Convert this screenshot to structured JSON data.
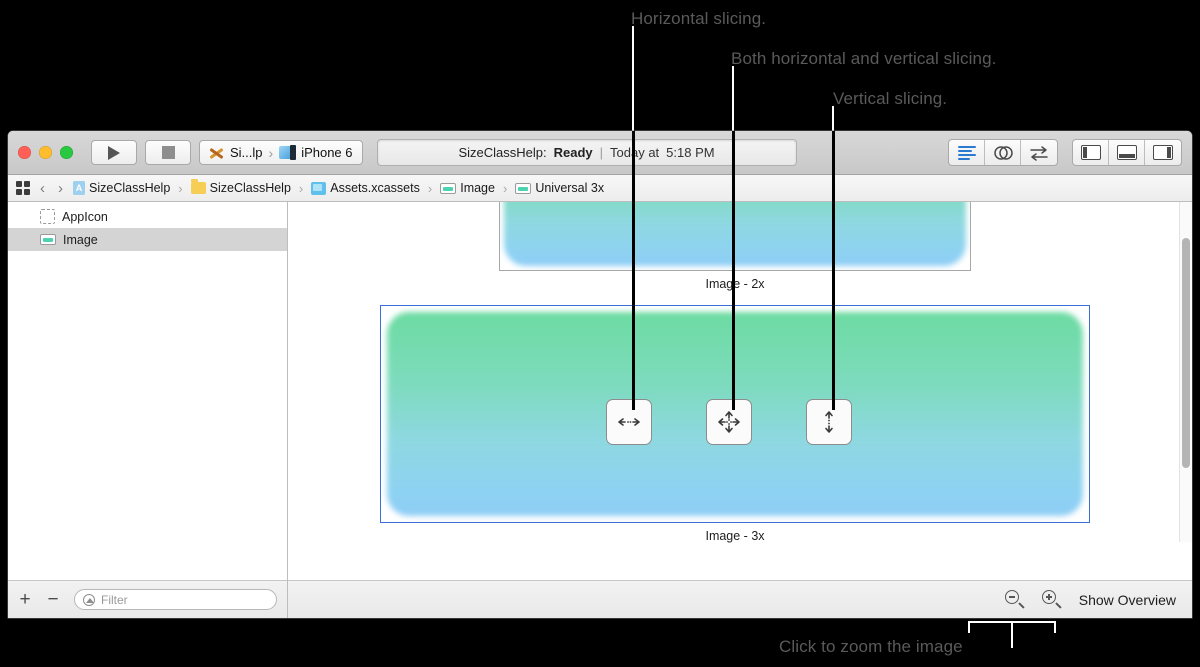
{
  "annotations": {
    "top": [
      {
        "id": "horizontal-slicing",
        "text": "Horizontal slicing."
      },
      {
        "id": "both-slicing",
        "text": "Both horizontal and vertical slicing."
      },
      {
        "id": "vertical-slicing",
        "text": "Vertical slicing."
      }
    ],
    "bottom": {
      "id": "zoom-callout",
      "text": "Click to zoom the image"
    }
  },
  "window": {
    "traffic_lights": {
      "close": "close-button",
      "minimize": "minimize-button",
      "zoom": "zoom-button"
    },
    "toolbar": {
      "run_label": "Run",
      "stop_label": "Stop",
      "scheme": {
        "project": "Si...lp",
        "destination": "iPhone 6",
        "separator": "›"
      },
      "status": {
        "prefix": "SizeClassHelp:",
        "state": "Ready",
        "divider": "|",
        "date": "Today at",
        "time": "5:18 PM"
      },
      "editor_modes": [
        "standard-editor",
        "assistant-editor",
        "version-editor"
      ],
      "view_toggles": [
        "navigator-toggle",
        "debug-area-toggle",
        "utilities-toggle"
      ]
    },
    "breadcrumb": {
      "back_label": "‹",
      "forward_label": "›",
      "separator": "›",
      "items": [
        {
          "label": "SizeClassHelp",
          "icon": "xcode-project-icon"
        },
        {
          "label": "SizeClassHelp",
          "icon": "folder-icon"
        },
        {
          "label": "Assets.xcassets",
          "icon": "asset-catalog-icon"
        },
        {
          "label": "Image",
          "icon": "imageset-icon"
        },
        {
          "label": "Universal 3x",
          "icon": "imageset-icon"
        }
      ]
    },
    "sidebar": {
      "items": [
        {
          "label": "AppIcon",
          "icon": "appicon-placeholder-icon",
          "selected": false
        },
        {
          "label": "Image",
          "icon": "imageset-icon",
          "selected": true
        }
      ],
      "footer": {
        "add_label": "+",
        "remove_label": "−",
        "filter_placeholder": "Filter",
        "filter_value": ""
      }
    },
    "canvas": {
      "slots": [
        {
          "caption": "Image - 2x",
          "selected": false
        },
        {
          "caption": "Image - 3x",
          "selected": true
        }
      ],
      "slice_buttons": [
        {
          "name": "slice-horizontal-button",
          "title": "Horizontal slicing."
        },
        {
          "name": "slice-both-button",
          "title": "Both horizontal and vertical slicing."
        },
        {
          "name": "slice-vertical-button",
          "title": "Vertical slicing."
        }
      ],
      "footer": {
        "zoom_out_label": "zoom-out",
        "zoom_in_label": "zoom-in",
        "show_overview_label": "Show Overview"
      }
    }
  },
  "colors": {
    "selection_blue": "#3a6fd8",
    "accent_blue": "#2b7ad1",
    "art_green": "#6ddba2",
    "art_blue": "#8fcdf6",
    "annotation_gray": "#5a5a5a"
  }
}
